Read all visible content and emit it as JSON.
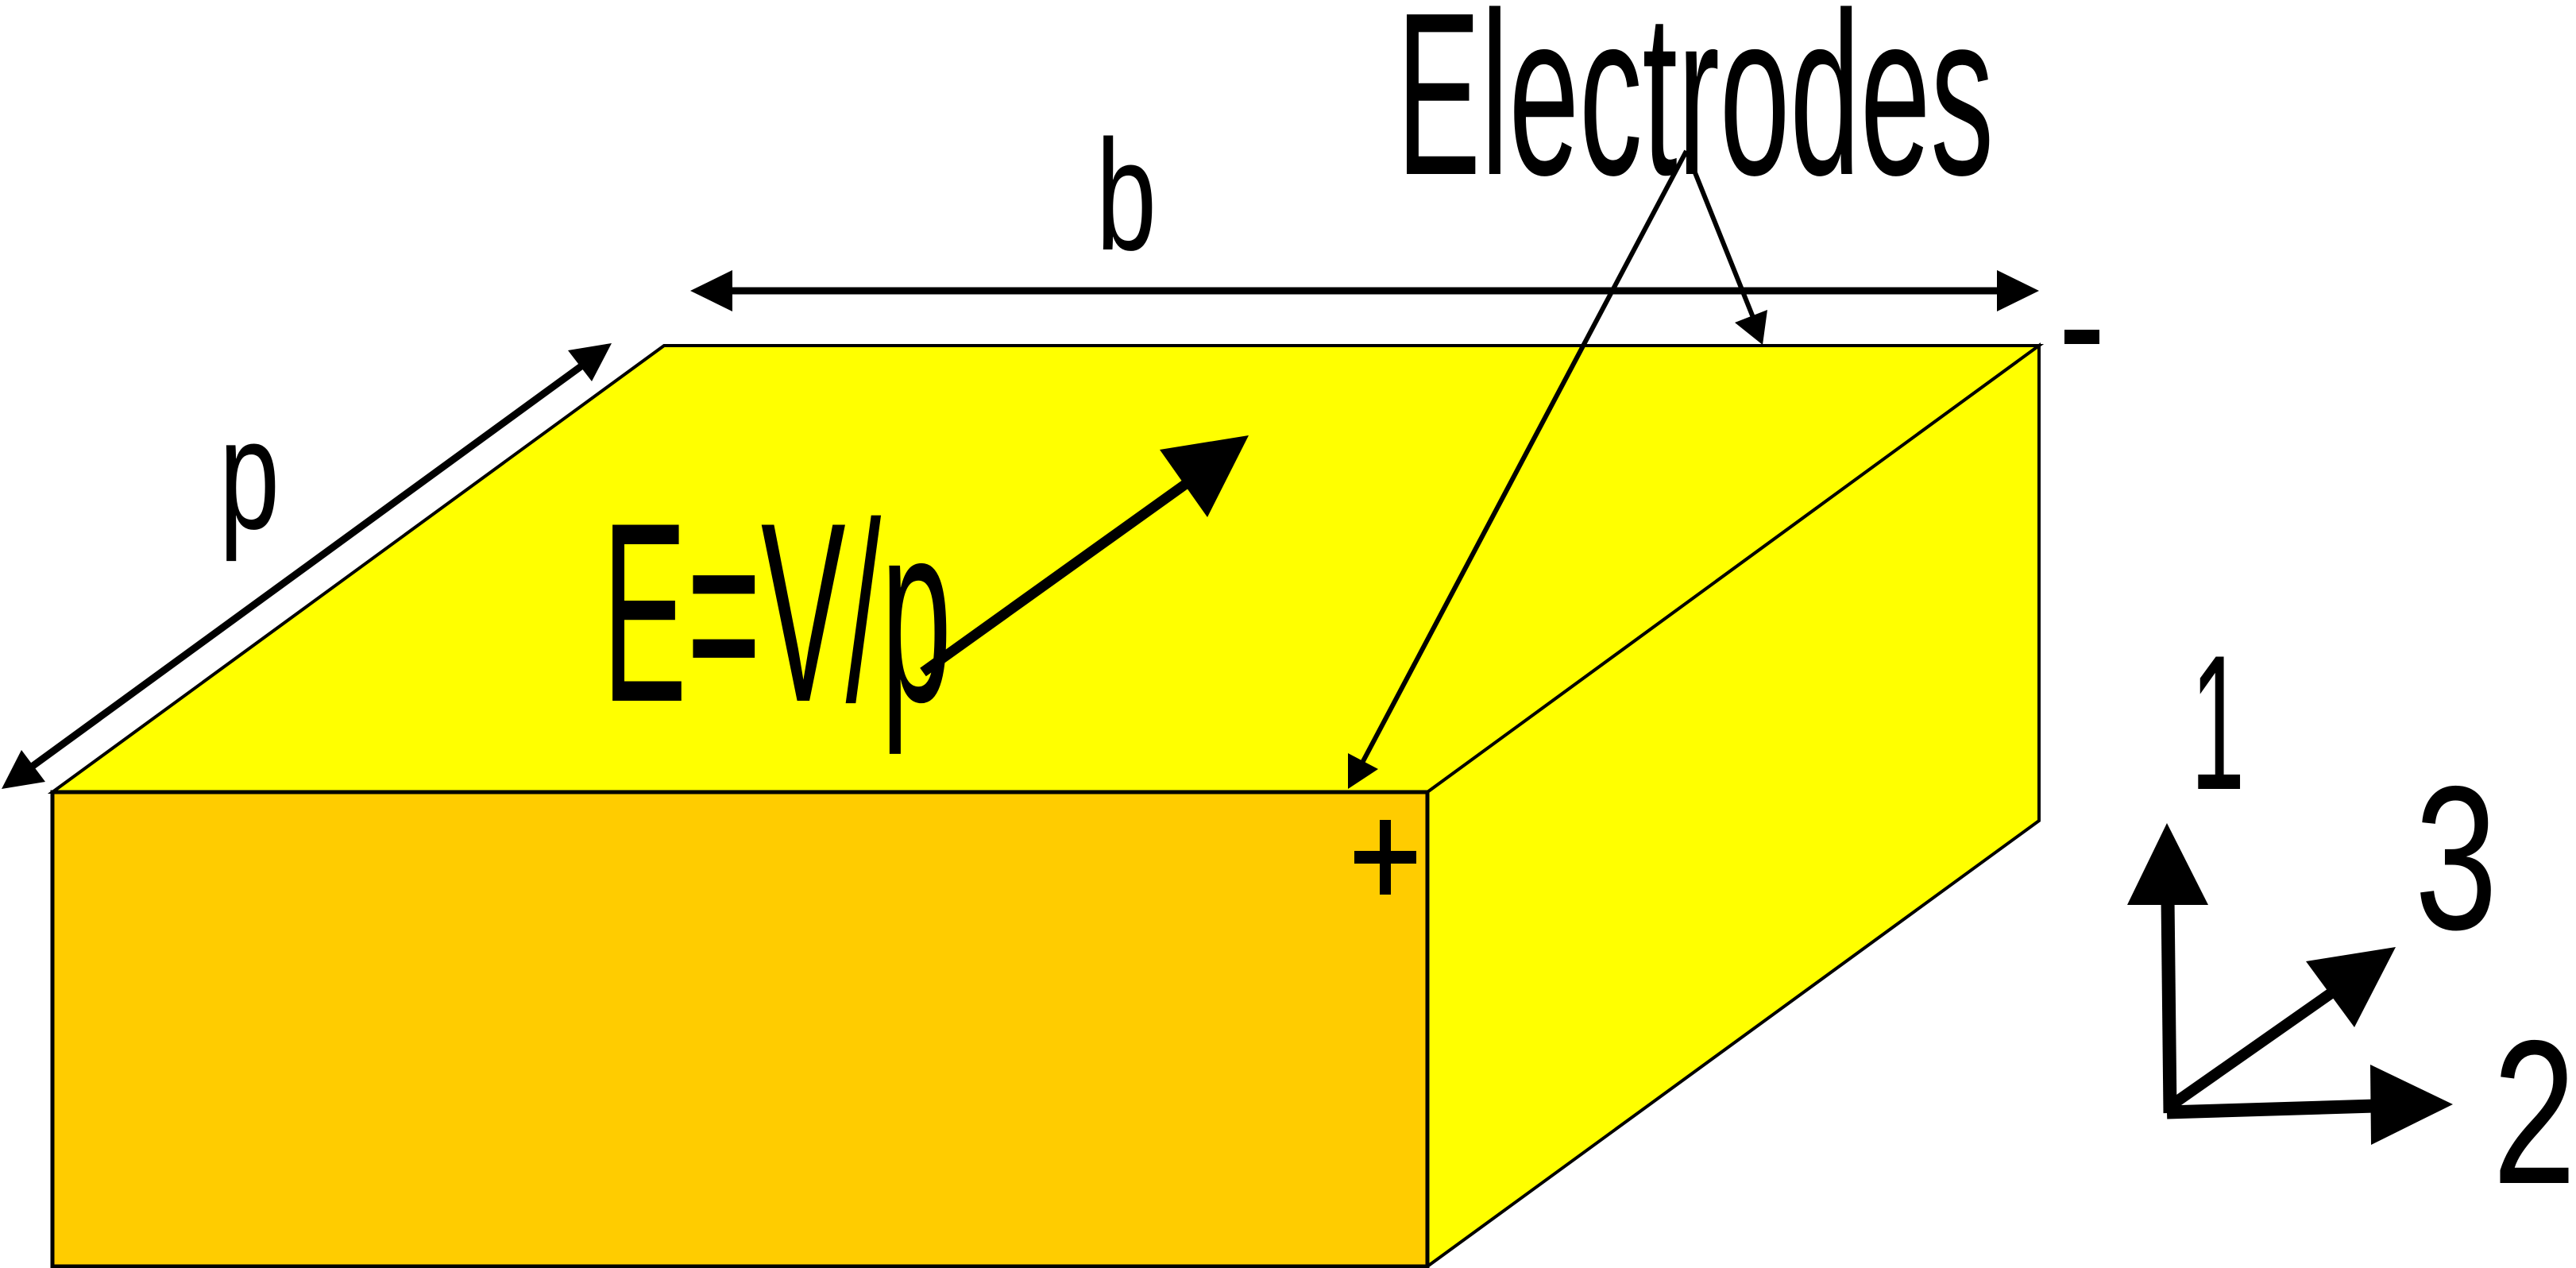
{
  "diagram": {
    "title_label": "Electrodes",
    "dimension_b_label": "b",
    "dimension_p_label": "p",
    "field_equation": "E=V/p",
    "negative_terminal": "-",
    "positive_terminal": "+",
    "axes": {
      "axis_1_label": "1",
      "axis_2_label": "2",
      "axis_3_label": "3"
    },
    "colors": {
      "top_and_side_face": "#FFFF00",
      "front_face": "#FFCC00",
      "outline": "#000000",
      "background": "#FFFFFF"
    }
  }
}
